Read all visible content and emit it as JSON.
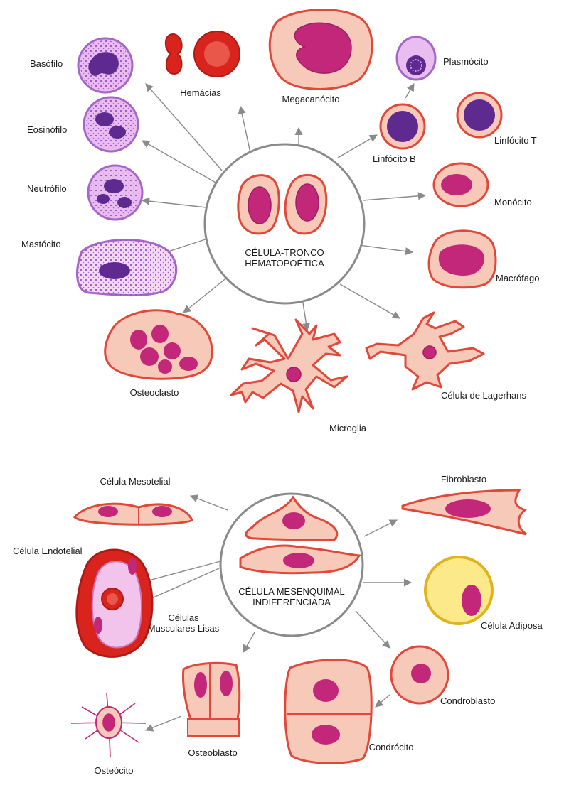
{
  "diagram_top": {
    "center": [
      "CÉLULA-TRONCO",
      "HEMATOPOÉTICA"
    ],
    "cells": {
      "basofilo": "Basófilo",
      "hemacias": "Hemácias",
      "megacariocito": "Megacanócito",
      "plasmocito": "Plasmócito",
      "eosinofilo": "Eosinófilo",
      "linfocito_b": "Linfócito B",
      "linfocito_t": "Linfócito T",
      "neutrofilo": "Neutrófilo",
      "monocito": "Monócito",
      "mastocito": "Mastócito",
      "macrofago": "Macrófago",
      "osteoclasto": "Osteoclasto",
      "microglia": "Microglia",
      "celula_lagerhans": "Célula de Lagerhans"
    }
  },
  "diagram_bottom": {
    "center": [
      "CÉLULA MESENQUIMAL",
      "INDIFERENCIADA"
    ],
    "cells": {
      "celula_mesotelial": "Célula Mesotelial",
      "fibroblasto": "Fibroblasto",
      "celula_endotelial": "Célula Endotelial",
      "celulas_musculares": [
        "Células",
        "Musculares Lisas"
      ],
      "celula_adiposa": "Célula Adiposa",
      "osteoblasto": "Osteoblasto",
      "condroblasto": "Condroblasto",
      "condrocito": "Condrócito",
      "osteocito": "Osteócito"
    }
  },
  "colors": {
    "arrow": "#8a8a8a",
    "hub_stroke": "#8a8a8a",
    "cell_pink_fill": "#f7c9b8",
    "cell_pink_stroke": "#e0483a",
    "nucleus": "#c2277a",
    "granulocyte_fill": "#e9bdf0",
    "granulocyte_stroke": "#a565c9",
    "nucleus_purple": "#5e2a8f",
    "rbc": "#d9241d",
    "fat_fill": "#fbe98a",
    "fat_stroke": "#e2b21c"
  }
}
